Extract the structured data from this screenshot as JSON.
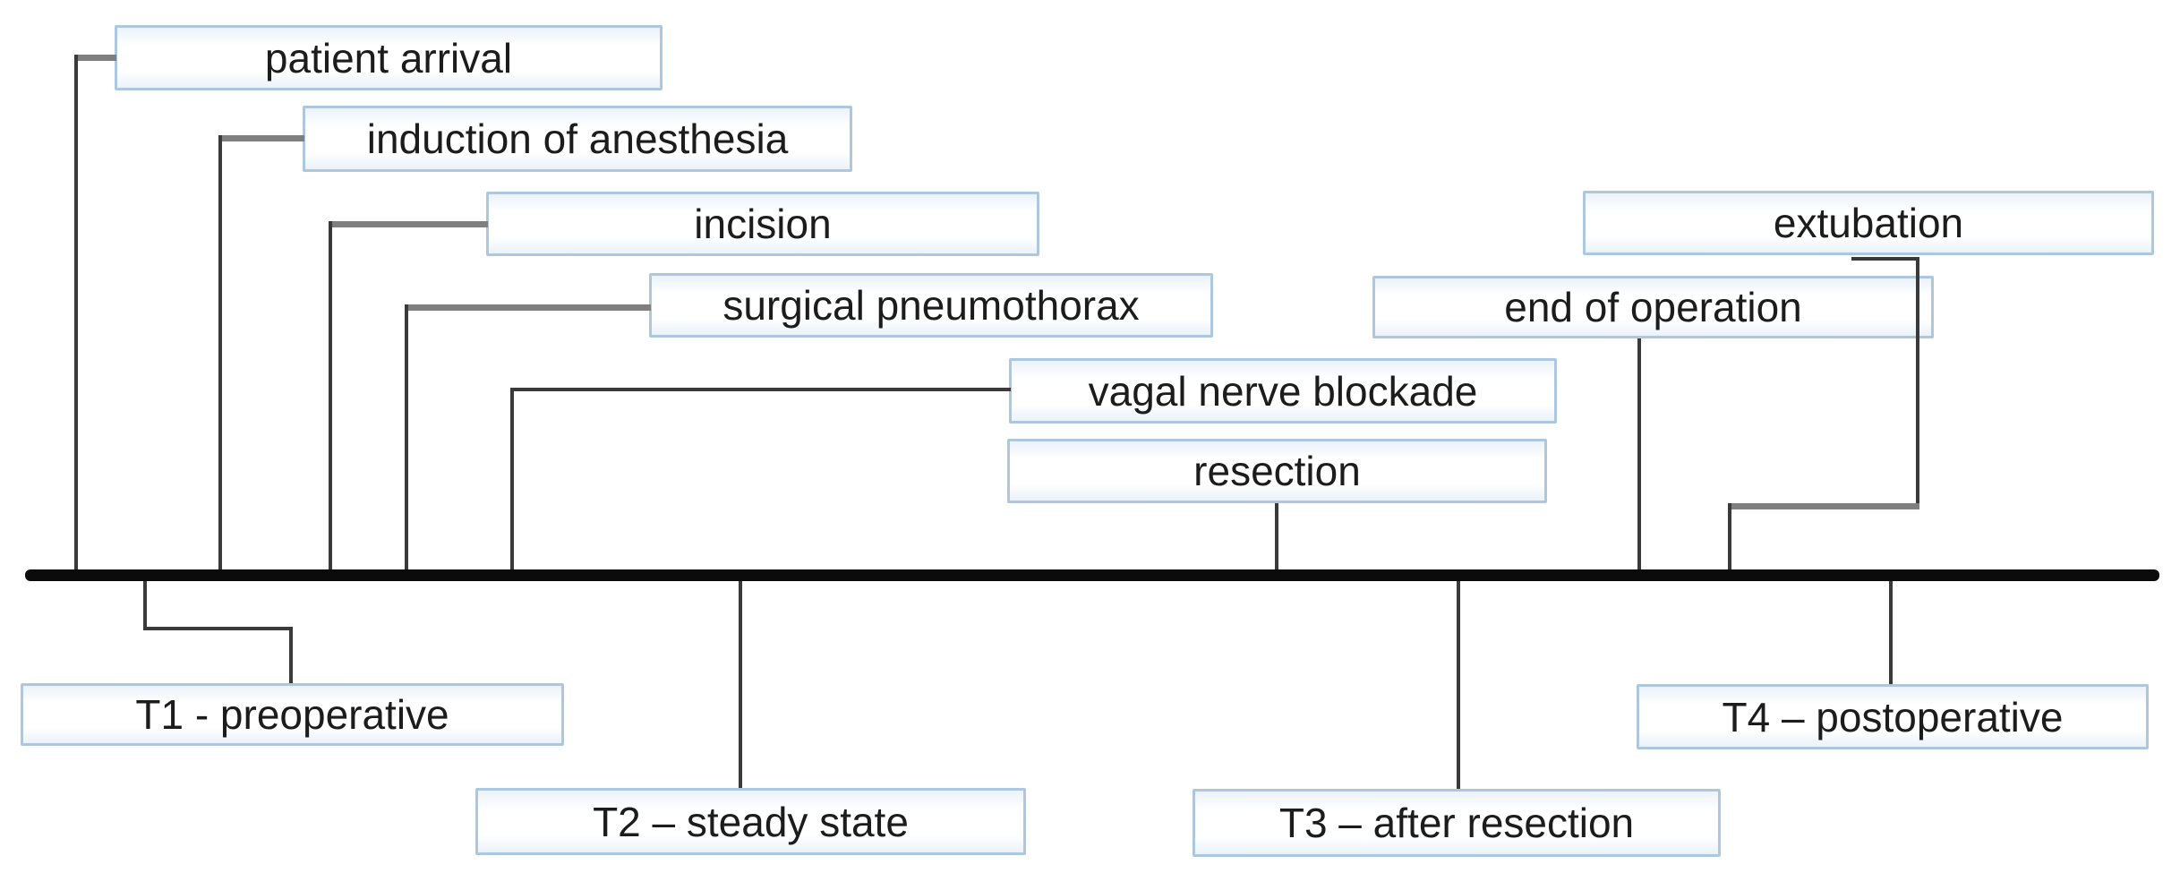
{
  "diagram": {
    "type": "perioperative-timeline",
    "timeline_axis": "time (unlabeled)",
    "colors": {
      "timeline": "#0b0b0b",
      "box_border": "#adc8de",
      "box_fill": "#ffffff",
      "connector": "#3a3a3a",
      "stub": "#7f7f7f",
      "text": "#1c1c1c"
    },
    "events": [
      {
        "label": "patient arrival"
      },
      {
        "label": "induction of anesthesia"
      },
      {
        "label": "incision"
      },
      {
        "label": "surgical pneumothorax"
      },
      {
        "label": "vagal nerve blockade"
      },
      {
        "label": "resection"
      },
      {
        "label": "end of operation"
      },
      {
        "label": "extubation"
      }
    ],
    "phases": [
      {
        "label": "T1 - preoperative"
      },
      {
        "label": "T2 – steady state"
      },
      {
        "label": "T3 – after resection"
      },
      {
        "label": "T4 – postoperative"
      }
    ]
  }
}
